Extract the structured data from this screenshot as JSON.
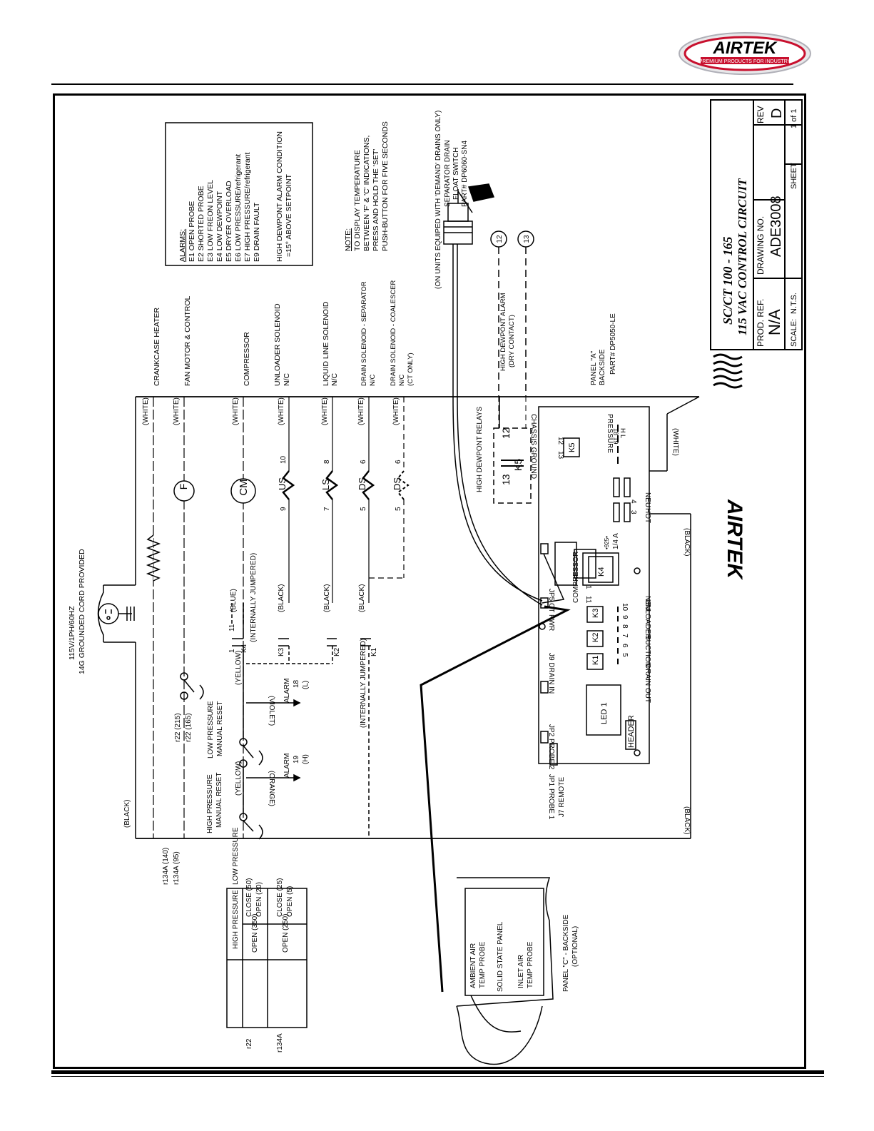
{
  "logo": {
    "brand": "AIRTEK",
    "tagline": "PREMIUM PRODUCTS FOR INDUSTRY",
    "colors": {
      "red": "#c8102e",
      "blue": "#1f3a93"
    }
  },
  "title_block": {
    "title_line1": "SC/CT 100 - 165",
    "title_line2": "115 VAC CONTROL CIRCUIT",
    "prod_ref_label": "PROD. REF.",
    "prod_ref_value": "N/A",
    "drawing_no_label": "DRAWING NO.",
    "drawing_no_value": "ADE3008",
    "rev_label": "REV",
    "rev_value": "D",
    "scale_label": "SCALE:",
    "scale_value": "N.T.S.",
    "sheet_label": "SHEET",
    "sheet_value": "1 of 1"
  },
  "alarms": {
    "heading": "ALARMS:",
    "items": [
      "E1 OPEN PROBE",
      "E2 SHORTED PROBE",
      "E3 LOW FREON LEVEL",
      "E4 LOW DEWPOINT",
      "E5 DRYER OVERLOAD",
      "E6 LOW PRESSURE/refrigerant",
      "E7 HIGH PRESSURE/refrigerant",
      "E9 DRAIN FAULT"
    ],
    "hd_line1": "HIGH DEWPONT ALARM CONDITION",
    "hd_line2": "=15° ABOVE SETPOINT"
  },
  "note": {
    "heading": "NOTE:",
    "lines": [
      "TO DISPLAY TEMPERATURE",
      "BETWEEN 'F' & 'C' INDICATIONS,",
      "PRESS AND HOLD THE 'SET'",
      "PUSH-BUTTON FOR FIVE SECONDS"
    ]
  },
  "separator": {
    "demand_note": "(ON UNITS EQUIPED WITH 'DEMAND' DRAINS ONLY)",
    "line1": "SEPARATOR DRAIN",
    "line2": "FLOAT SWITCH",
    "part": "PART# DP6060-SN4",
    "term12": "12",
    "term13": "13"
  },
  "supply": {
    "line1": "115V/1PH/60HZ",
    "line2": "14G GROUNDED CORD PROVIDED"
  },
  "loads": [
    {
      "label": "CRANKCASE HEATER",
      "sub": "",
      "wire": "(WHITE)"
    },
    {
      "label": "FAN MOTOR & CONTROL",
      "sub": "",
      "wire": "(WHITE)",
      "symbol": "F"
    },
    {
      "label": "COMPRESSOR",
      "sub": "",
      "wire": "(WHITE)",
      "symbol": "CM"
    },
    {
      "label": "UNLOADER SOLENOID",
      "sub": "N/C",
      "wire": "(WHITE)",
      "code": "US",
      "t1": "9",
      "t2": "10"
    },
    {
      "label": "LIQUID LINE SOLENOID",
      "sub": "N/C",
      "wire": "(WHITE)",
      "code": "LS",
      "t1": "7",
      "t2": "8"
    },
    {
      "label": "DRAIN SOLENOID - SEPARATOR",
      "sub": "N/C",
      "wire": "(WHITE)",
      "code": "DS",
      "t1": "5",
      "t2": "6"
    },
    {
      "label": "DRAIN SOLENOID - COALESCER",
      "sub": "N/C",
      "sub2": "(CT ONLY)",
      "wire": "(WHITE)",
      "code": "DS",
      "t1": "5",
      "t2": "6"
    }
  ],
  "hd_relay": {
    "title": "HIGH DEWPONT RELAYS",
    "k": "K5",
    "t13": "13",
    "t12": "12",
    "alarm": "HIGH DEWPONT ALARM",
    "contact": "(DRY CONTACT)"
  },
  "panel_a": {
    "line1": "PANEL \"A\"",
    "line2": "BACKSIDE",
    "part": "PART# DP5050-LE"
  },
  "relays": {
    "k4": "K4",
    "k3": "K3",
    "k2": "K2",
    "k1": "K1",
    "w11": "11",
    "w1": "1",
    "blue": "(BLUE)",
    "black": "(BLACK)",
    "yellow": "(YELLOW)",
    "violet": "(VIOLET)",
    "orange": "(ORANGE)",
    "internally": "(INTERNALLY JUMPERED)",
    "internally2": "(INTERNALLY JUMPERED)",
    "alarm18": "ALARM",
    "a18": "18",
    "a18L": "(L)",
    "alarm19": "ALARM",
    "a19": "19",
    "a19H": "(H)",
    "hp_reset1": "HIGH PRESSURE",
    "hp_reset2": "MANUAL RESET",
    "lp_reset1": "LOW PRESSURE",
    "lp_reset2": "MANUAL RESET",
    "r22_215": "r22 (215)",
    "r22_165": "r22 (165)",
    "r134_140": "r134A (140)",
    "r134_95": "r134A (95)",
    "black_top": "(BLACK)"
  },
  "board": {
    "jp5": "JP5 CT PWR",
    "j9": "J9 DRAIN IN",
    "jp2": "JP2 PROBE 2",
    "jp1": "JP1 PROBE 1",
    "j7": "J7 REMOTE",
    "led": "LED 1",
    "header": "HEADER",
    "compressor": "COMPRESSOR",
    "unloader": "UNLOADER",
    "suction": "SUCTION",
    "drain_out": "DRAIN OUT",
    "chassis": "CHASSIS GROUND",
    "pressure": "PRESSURE",
    "neu": "NEU",
    "hot": "HOT",
    "fuse1": "1/4 A",
    "fuse2": "•925•",
    "white": "(WHITE)",
    "blackx": "(BLACK)",
    "black2": "(BLACK)",
    "t10": "10",
    "t9": "9",
    "t8": "8",
    "t7": "7",
    "t6": "6",
    "t5": "5",
    "t12": "12",
    "t13": "13",
    "t3": "3",
    "t4": "4",
    "t1": "1",
    "t11": "11",
    "k1": "K1",
    "k2": "K2",
    "k3": "K3",
    "k4": "K4",
    "k5": "K5",
    "hl": "H L",
    "nums": "18 19"
  },
  "pressure_table": {
    "h_high": "HIGH PRESSURE",
    "h_low": "LOW PRESSURE",
    "rows": [
      {
        "ref": "r22",
        "high": "OPEN (350)",
        "low1": "CLOSE (50)",
        "low2": "OPEN (20)"
      },
      {
        "ref": "r134A",
        "high": "OPEN (250)",
        "low1": "CLOSE (25)",
        "low2": "OPEN (5)"
      }
    ]
  },
  "panel_c": {
    "ambient1": "AMBIENT AIR",
    "ambient2": "TEMP PROBE",
    "solid": "SOLID STATE PANEL",
    "inlet1": "INLET AIR",
    "inlet2": "TEMP PROBE",
    "caption1": "PANEL \"C\" - BACKSIDE",
    "caption2": "(OPTIONAL)"
  },
  "center_logo": {
    "brand": "AIRTEK"
  }
}
